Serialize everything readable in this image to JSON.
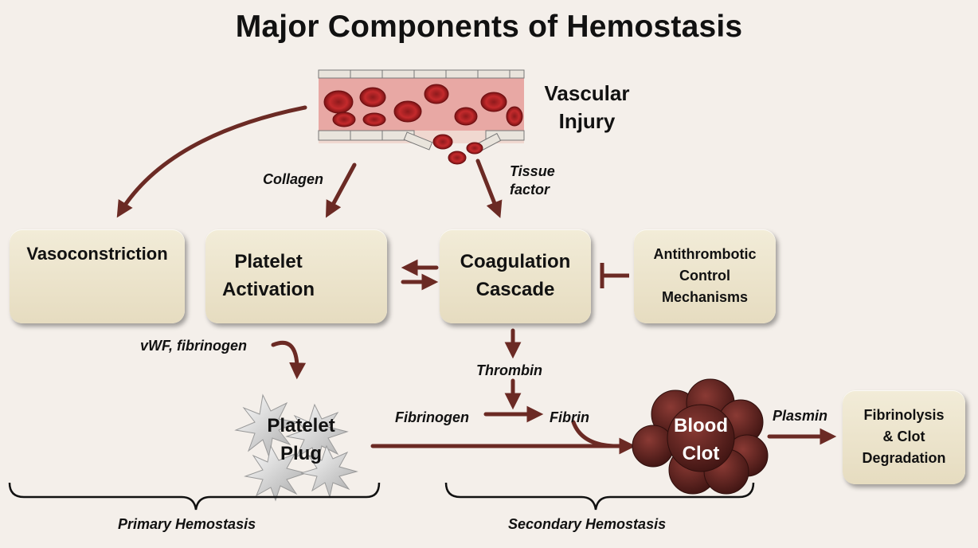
{
  "title": "Major Components of Hemostasis",
  "vascular_injury": "Vascular\nInjury",
  "labels": {
    "collagen": "Collagen",
    "tissue_factor": "Tissue\nfactor",
    "vwf": "vWF, fibrinogen",
    "thrombin": "Thrombin",
    "fibrinogen": "Fibrinogen",
    "fibrin": "Fibrin",
    "plasmin": "Plasmin"
  },
  "boxes": {
    "vasoconstriction": "Vasoconstriction",
    "platelet_activation": "Platelet\nActivation",
    "coagulation_cascade": "Coagulation\nCascade",
    "antithrombotic": "Antithrombotic\nControl\nMechanisms",
    "fibrinolysis": "Fibrinolysis\n& Clot\nDegradation"
  },
  "nodes": {
    "platelet_plug": "Platelet\nPlug",
    "blood_clot": "Blood\nClot"
  },
  "brackets": {
    "primary": "Primary Hemostasis",
    "secondary": "Secondary Hemostasis"
  },
  "colors": {
    "arrow": "#6b2a24",
    "clot": "#5a2320",
    "box_fill": "#ece3cc",
    "vessel_red": "#b5262a"
  }
}
